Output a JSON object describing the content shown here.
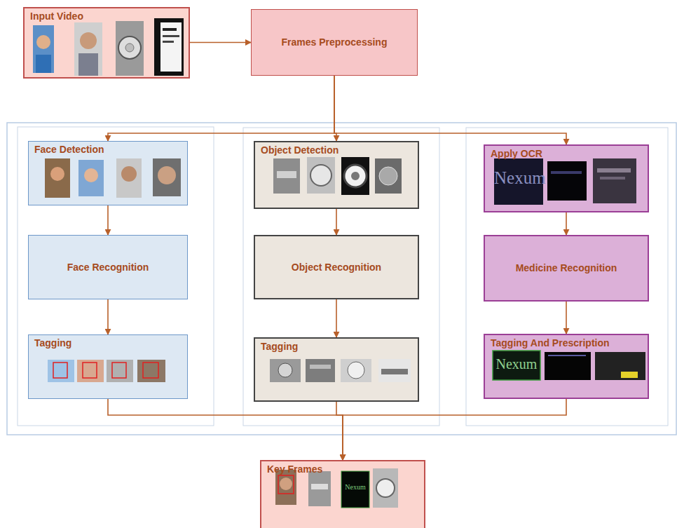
{
  "diagram": {
    "nodes": [
      {
        "text": [
          "Input Video"
        ]
      },
      {
        "text": [
          "Frames Preprocessing"
        ]
      },
      {
        "text": [
          "Face Detection"
        ]
      },
      {
        "text": [
          "Face Recognition"
        ]
      },
      {
        "text": [
          "Tagging"
        ]
      },
      {
        "text": [
          "Object Detection"
        ]
      },
      {
        "text": [
          "Object Recognition"
        ]
      },
      {
        "text": [
          "Tagging"
        ]
      },
      {
        "text": [
          "Apply OCR"
        ]
      },
      {
        "text": [
          "Medicine Recognition"
        ]
      },
      {
        "text": [
          "Tagging And Prescription"
        ]
      },
      {
        "text": [
          "Key Frames"
        ]
      }
    ],
    "edges": [
      {
        "from": 0,
        "to": 1,
        "arrow": "to"
      },
      {
        "from": 1,
        "to": 2,
        "arrow": "to"
      },
      {
        "from": 1,
        "to": 5,
        "arrow": "to"
      },
      {
        "from": 1,
        "to": 8,
        "arrow": "to"
      },
      {
        "from": 2,
        "to": 3,
        "arrow": "to"
      },
      {
        "from": 3,
        "to": 4,
        "arrow": "to"
      },
      {
        "from": 5,
        "to": 6,
        "arrow": "to"
      },
      {
        "from": 6,
        "to": 7,
        "arrow": "to"
      },
      {
        "from": 8,
        "to": 9,
        "arrow": "to"
      },
      {
        "from": 9,
        "to": 10,
        "arrow": "to"
      },
      {
        "from": 4,
        "to": 11,
        "arrow": "to"
      },
      {
        "from": 7,
        "to": 11,
        "arrow": "to"
      },
      {
        "from": 10,
        "to": 11,
        "arrow": "to"
      }
    ],
    "labels": [
      "Nexum",
      "Nexum",
      "Nexum"
    ]
  }
}
